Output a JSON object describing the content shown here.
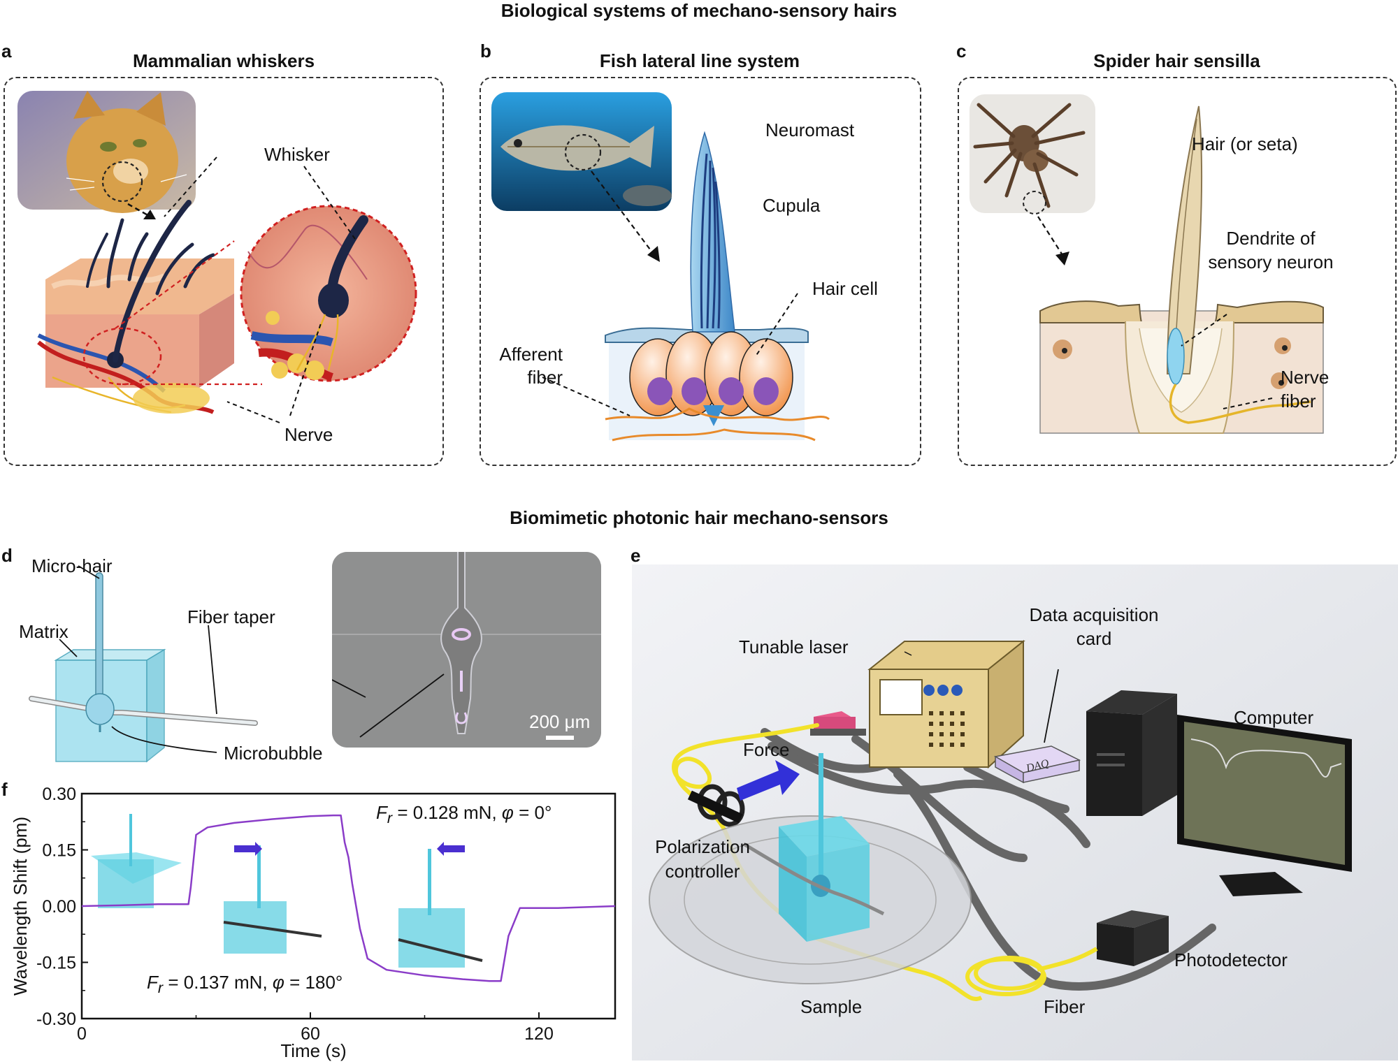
{
  "top_title": "Biological systems of mechano-sensory hairs",
  "bottom_title": "Biomimetic photonic hair mechano-sensors",
  "panel_a": {
    "letter": "a",
    "title": "Mammalian whiskers",
    "labels": {
      "whisker": "Whisker",
      "nerve": "Nerve"
    }
  },
  "panel_b": {
    "letter": "b",
    "title": "Fish lateral line system",
    "labels": {
      "neuromast": "Neuromast",
      "cupula": "Cupula",
      "hair_cell": "Hair cell",
      "afferent_1": "Afferent",
      "afferent_2": "fiber"
    }
  },
  "panel_c": {
    "letter": "c",
    "title": "Spider hair sensilla",
    "labels": {
      "hair": "Hair (or seta)",
      "dendrite_1": "Dendrite of",
      "dendrite_2": "sensory neuron",
      "nerve_1": "Nerve",
      "nerve_2": "fiber"
    }
  },
  "panel_d": {
    "letter": "d",
    "labels": {
      "micro_hair": "Micro-hair",
      "matrix": "Matrix",
      "fiber_taper": "Fiber taper",
      "microbubble": "Microbubble",
      "scale_bar": "200 μm"
    }
  },
  "panel_e": {
    "letter": "e",
    "labels": {
      "daq_1": "Data acquisition",
      "daq_2": "card",
      "tunable_laser": "Tunable laser",
      "computer": "Computer",
      "force": "Force",
      "polarization_1": "Polarization",
      "polarization_2": "controller",
      "photodetector": "Photodetector",
      "sample": "Sample",
      "fiber": "Fiber",
      "daq_chip": "DAQ"
    }
  },
  "panel_f": {
    "letter": "f",
    "annotation_top": {
      "sym": "F",
      "sub": "r",
      "mid": " = 0.128 mN, ",
      "phi": "φ",
      "end": " = 0°"
    },
    "annotation_bottom": {
      "sym": "F",
      "sub": "r",
      "mid": " = 0.137 mN, ",
      "phi": "φ",
      "end": " = 180°"
    }
  },
  "colors": {
    "trace": "#8a3cc8",
    "water_blue": "#5fcfe0",
    "arrow_purple": "#4a2fd0",
    "fiber_yellow": "#f2e22a",
    "red_dash": "#d02020"
  },
  "chart_data": {
    "type": "line",
    "title": "",
    "xlabel": "Time (s)",
    "ylabel": "Wavelength Shift (pm)",
    "xlim": [
      0,
      140
    ],
    "ylim": [
      -0.3,
      0.3
    ],
    "xticks": [
      "0",
      "60",
      "120"
    ],
    "yticks": [
      "0.30",
      "0.15",
      "0.00",
      "-0.15",
      "-0.30"
    ],
    "series": [
      {
        "x": [
          0,
          10,
          20,
          28,
          28.6,
          30,
          33,
          40,
          50,
          60,
          66,
          68,
          69,
          70,
          71,
          72,
          73,
          75,
          80,
          90,
          100,
          107,
          110,
          112,
          115,
          125,
          140
        ],
        "y": [
          0.0,
          0.002,
          0.005,
          0.005,
          0.05,
          0.19,
          0.21,
          0.222,
          0.232,
          0.24,
          0.242,
          0.242,
          0.17,
          0.13,
          0.06,
          0.0,
          -0.06,
          -0.14,
          -0.17,
          -0.185,
          -0.195,
          -0.2,
          -0.2,
          -0.08,
          -0.005,
          -0.005,
          0.0
        ]
      }
    ]
  }
}
